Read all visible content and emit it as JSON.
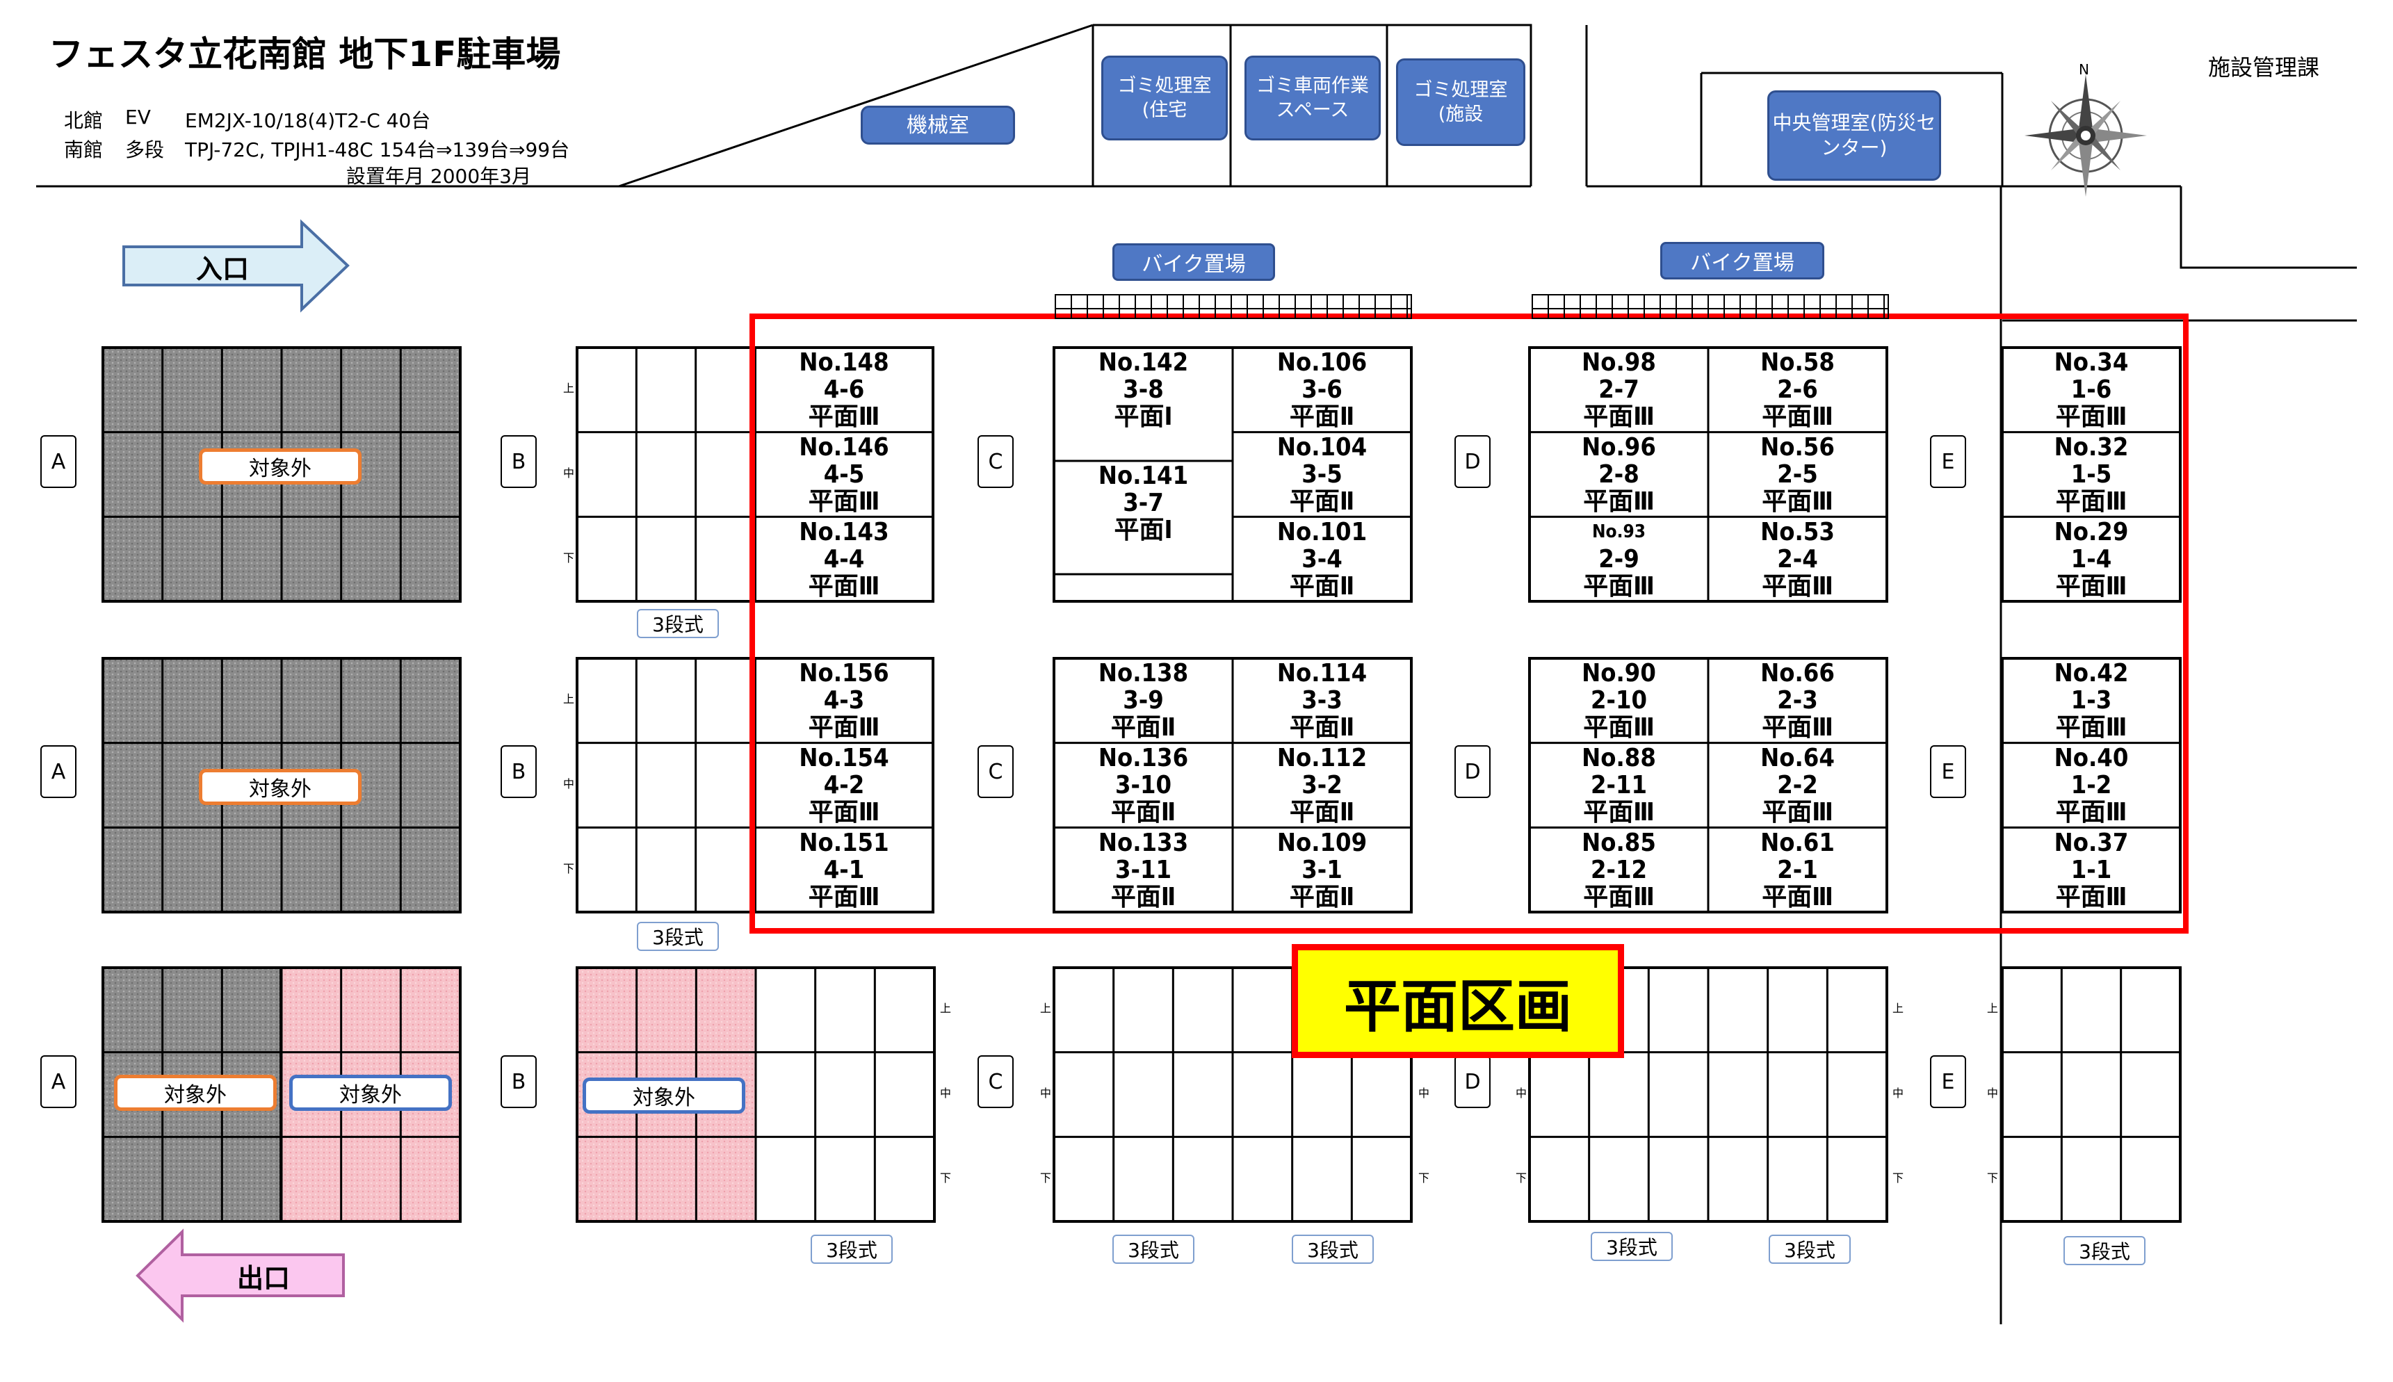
{
  "title": "フェスタ立花南館 地下1F駐車場",
  "info": {
    "line1_building": "北館",
    "line1_type": "EV",
    "line1_detail": "EM2JX-10/18(4)T2-C 40台",
    "line2_building": "南館",
    "line2_type": "多段",
    "line2_detail": "TPJ-72C, TPJH1-48C 154台⇒139台⇒99台",
    "line3": "設置年月 2000年3月"
  },
  "rooms": {
    "machine": "機械室",
    "garbage_residential": "ゴミ処理室(住宅",
    "garbage_vehicle": "ゴミ車両作業スペース",
    "garbage_facility": "ゴミ処理室(施設",
    "central": "中央管理室(防災センター)"
  },
  "facility_office": "施設管理課",
  "compass_n": "N",
  "entrance": "入口",
  "exit": "出口",
  "bike_parking": "バイク置場",
  "row_labels": [
    "A",
    "B",
    "C",
    "D",
    "E"
  ],
  "out_of_scope": "対象外",
  "three_tier": "3段式",
  "levels": [
    "上",
    "中",
    "下"
  ],
  "flat_section": "平面区画",
  "colors": {
    "red_border": "#ff0000",
    "callout_fill": "#ffff00",
    "room_blue": "#4f78c5",
    "tag_orange": "#ed7d31",
    "tag_blue": "#4472c4",
    "pink": "#f9c5cb"
  },
  "slots": {
    "b148": {
      "num": "No.148",
      "code": "4-6",
      "kind": "平面Ⅲ"
    },
    "b146": {
      "num": "No.146",
      "code": "4-5",
      "kind": "平面Ⅲ"
    },
    "b143": {
      "num": "No.143",
      "code": "4-4",
      "kind": "平面Ⅲ"
    },
    "b142": {
      "num": "No.142",
      "code": "3-8",
      "kind": "平面Ⅰ"
    },
    "b141": {
      "num": "No.141",
      "code": "3-7",
      "kind": "平面Ⅰ"
    },
    "b106": {
      "num": "No.106",
      "code": "3-6",
      "kind": "平面Ⅱ"
    },
    "b104": {
      "num": "No.104",
      "code": "3-5",
      "kind": "平面Ⅱ"
    },
    "b101": {
      "num": "No.101",
      "code": "3-4",
      "kind": "平面Ⅱ"
    },
    "b98": {
      "num": "No.98",
      "code": "2-7",
      "kind": "平面Ⅲ"
    },
    "b96": {
      "num": "No.96",
      "code": "2-8",
      "kind": "平面Ⅲ"
    },
    "b93": {
      "num": "No.93",
      "code": "2-9",
      "kind": "平面Ⅲ"
    },
    "b58": {
      "num": "No.58",
      "code": "2-6",
      "kind": "平面Ⅲ"
    },
    "b56": {
      "num": "No.56",
      "code": "2-5",
      "kind": "平面Ⅲ"
    },
    "b53": {
      "num": "No.53",
      "code": "2-4",
      "kind": "平面Ⅲ"
    },
    "b34": {
      "num": "No.34",
      "code": "1-6",
      "kind": "平面Ⅲ"
    },
    "b32": {
      "num": "No.32",
      "code": "1-5",
      "kind": "平面Ⅲ"
    },
    "b29": {
      "num": "No.29",
      "code": "1-4",
      "kind": "平面Ⅲ"
    },
    "b156": {
      "num": "No.156",
      "code": "4-3",
      "kind": "平面Ⅲ"
    },
    "b154": {
      "num": "No.154",
      "code": "4-2",
      "kind": "平面Ⅲ"
    },
    "b151": {
      "num": "No.151",
      "code": "4-1",
      "kind": "平面Ⅲ"
    },
    "b138": {
      "num": "No.138",
      "code": "3-9",
      "kind": "平面Ⅱ"
    },
    "b136": {
      "num": "No.136",
      "code": "3-10",
      "kind": "平面Ⅱ"
    },
    "b133": {
      "num": "No.133",
      "code": "3-11",
      "kind": "平面Ⅱ"
    },
    "b114": {
      "num": "No.114",
      "code": "3-3",
      "kind": "平面Ⅱ"
    },
    "b112": {
      "num": "No.112",
      "code": "3-2",
      "kind": "平面Ⅱ"
    },
    "b109": {
      "num": "No.109",
      "code": "3-1",
      "kind": "平面Ⅱ"
    },
    "b90": {
      "num": "No.90",
      "code": "2-10",
      "kind": "平面Ⅲ"
    },
    "b88": {
      "num": "No.88",
      "code": "2-11",
      "kind": "平面Ⅲ"
    },
    "b85": {
      "num": "No.85",
      "code": "2-12",
      "kind": "平面Ⅲ"
    },
    "b66": {
      "num": "No.66",
      "code": "2-3",
      "kind": "平面Ⅲ"
    },
    "b64": {
      "num": "No.64",
      "code": "2-2",
      "kind": "平面Ⅲ"
    },
    "b61": {
      "num": "No.61",
      "code": "2-1",
      "kind": "平面Ⅲ"
    },
    "b42": {
      "num": "No.42",
      "code": "1-3",
      "kind": "平面Ⅲ"
    },
    "b40": {
      "num": "No.40",
      "code": "1-2",
      "kind": "平面Ⅲ"
    },
    "b37": {
      "num": "No.37",
      "code": "1-1",
      "kind": "平面Ⅲ"
    }
  }
}
